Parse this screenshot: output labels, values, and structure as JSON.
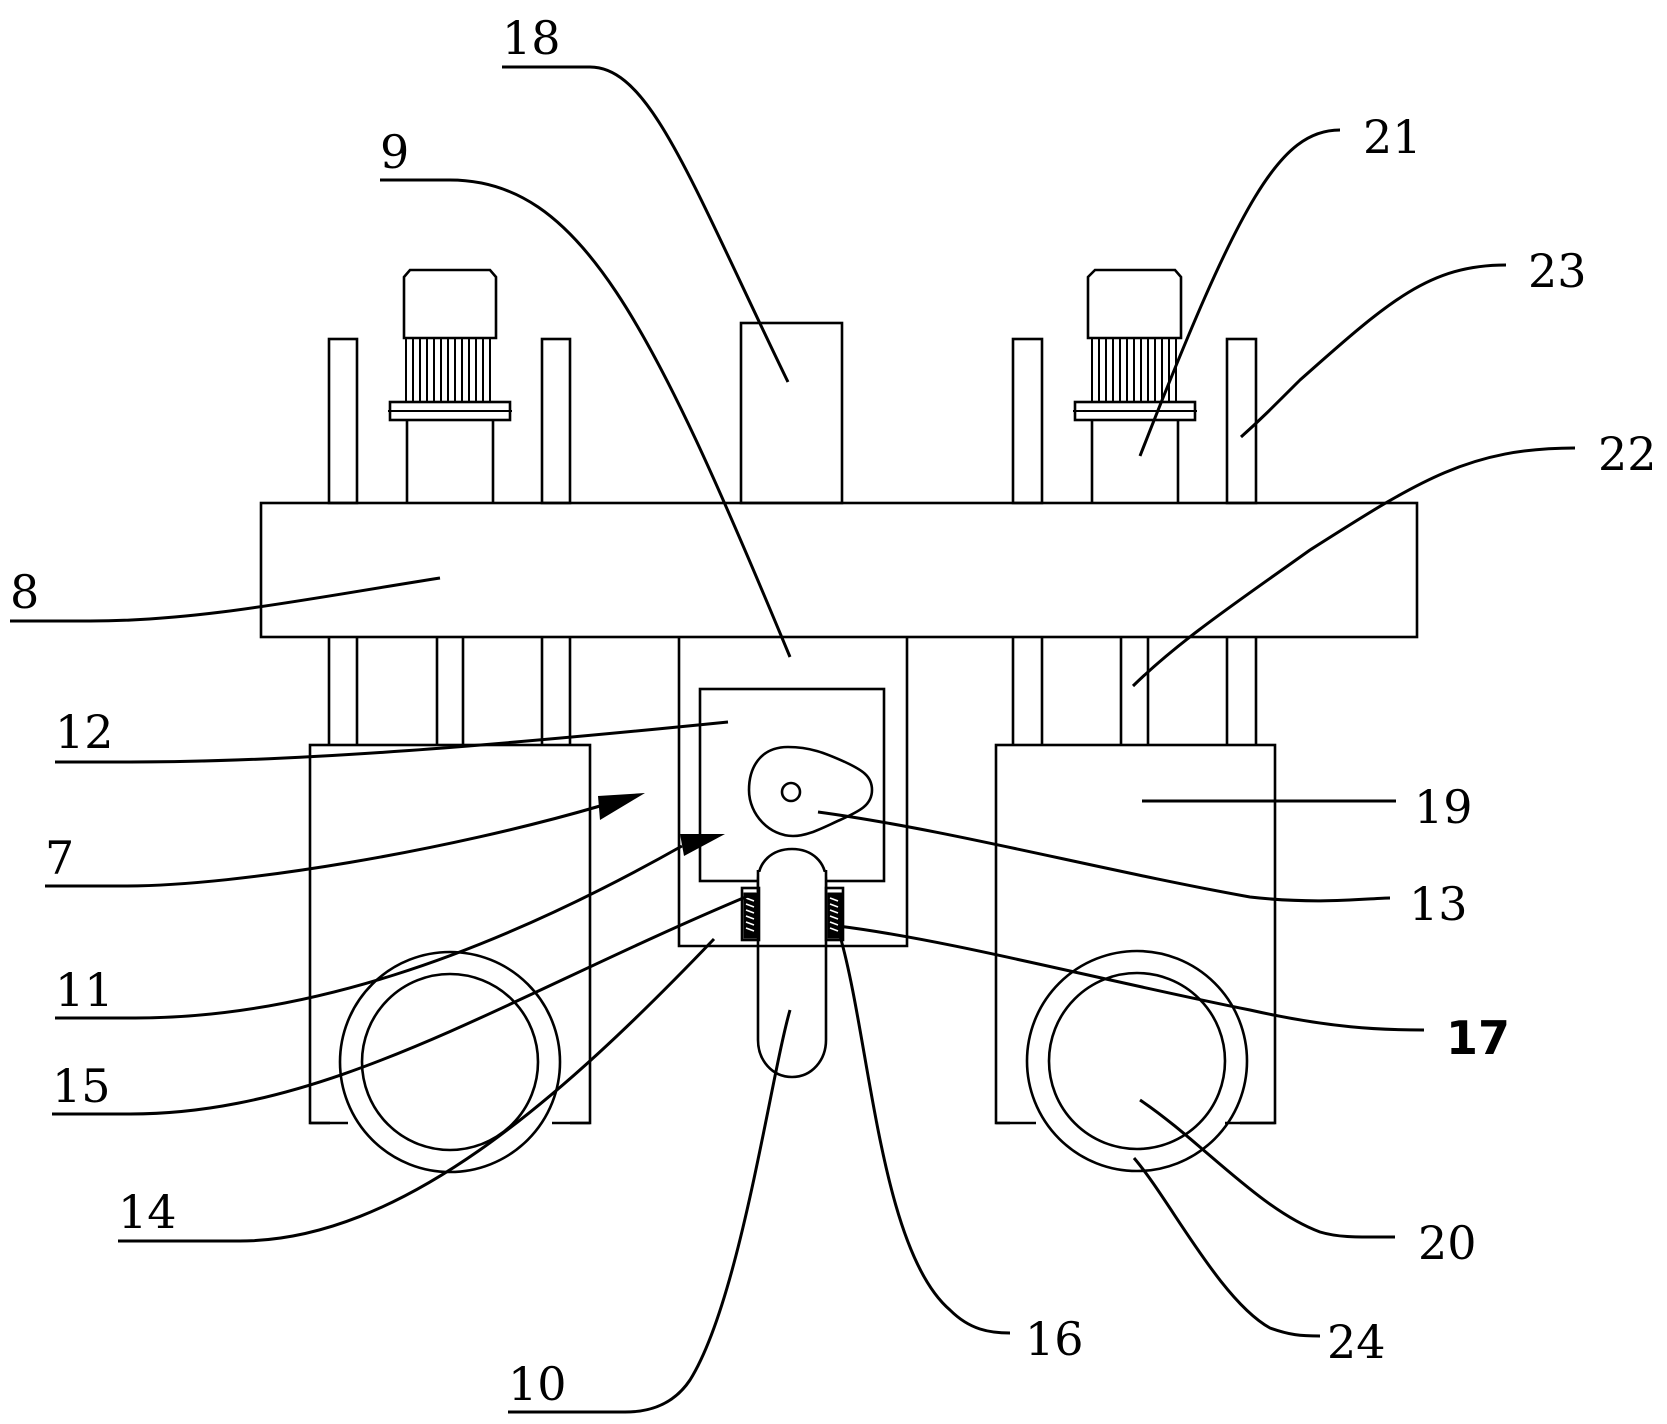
{
  "figure": {
    "kind": "patent mechanical line drawing",
    "line_color": "#000000",
    "background": "#ffffff"
  },
  "labels": [
    {
      "id": "8",
      "text": "8",
      "part": "crossbeam"
    },
    {
      "id": "18",
      "text": "18",
      "part": "center-post"
    },
    {
      "id": "9",
      "text": "9",
      "part": "center-housing"
    },
    {
      "id": "21",
      "text": "21",
      "part": "right-motor"
    },
    {
      "id": "23",
      "text": "23",
      "part": "right-guide-rod"
    },
    {
      "id": "22",
      "text": "22",
      "part": "right-lower-shaft"
    },
    {
      "id": "12",
      "text": "12",
      "part": "cam-frame"
    },
    {
      "id": "7",
      "text": "7",
      "part": "arrow-target-upper"
    },
    {
      "id": "19",
      "text": "19",
      "part": "right-box"
    },
    {
      "id": "13",
      "text": "13",
      "part": "cam"
    },
    {
      "id": "11",
      "text": "11",
      "part": "arrow-target-lower"
    },
    {
      "id": "15",
      "text": "15",
      "part": "left-spring"
    },
    {
      "id": "17",
      "text": "17",
      "part": "right-spring",
      "bold": true
    },
    {
      "id": "14",
      "text": "14",
      "part": "spring-seat"
    },
    {
      "id": "20",
      "text": "20",
      "part": "right-wheel-inner"
    },
    {
      "id": "10",
      "text": "10",
      "part": "plunger"
    },
    {
      "id": "16",
      "text": "16",
      "part": "spring-guide"
    },
    {
      "id": "24",
      "text": "24",
      "part": "right-wheel-outer"
    }
  ]
}
